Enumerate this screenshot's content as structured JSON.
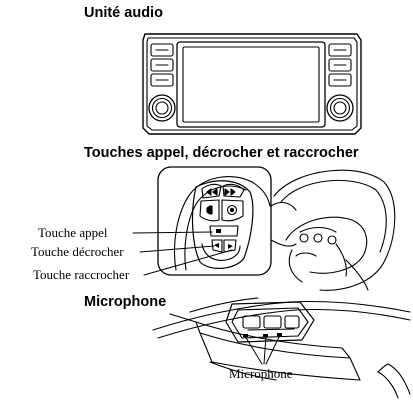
{
  "sections": {
    "audio_title": "Unité audio",
    "buttons_title": "Touches appel, décrocher et raccrocher",
    "microphone_title": "Microphone"
  },
  "callouts": {
    "call_button": "Touche appel",
    "pick_up_button": "Touche décrocher",
    "hang_up_button": "Touche raccrocher",
    "microphone": "Microphone"
  },
  "colors": {
    "line": "#000000",
    "background": "#ffffff"
  }
}
